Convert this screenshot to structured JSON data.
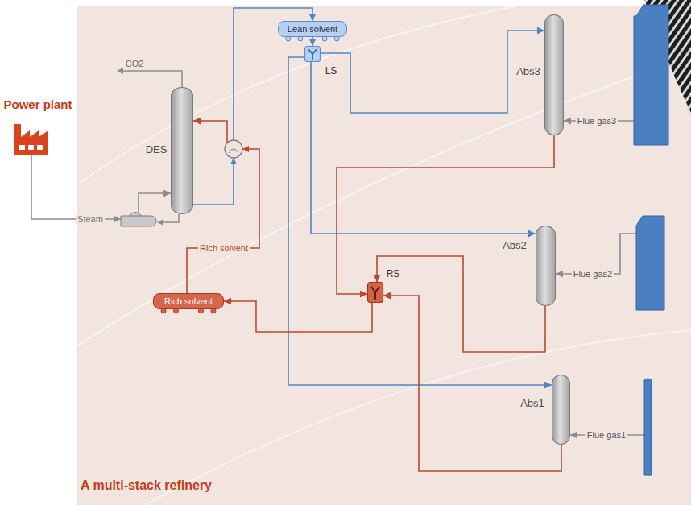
{
  "diagram": {
    "caption": "A multi-stack refinery",
    "nodes": [
      {
        "text": [
          "Power plant"
        ]
      },
      {
        "text": [
          "DES"
        ]
      },
      {
        "text": [
          "Lean solvent"
        ]
      },
      {
        "text": [
          "LS"
        ]
      },
      {
        "text": [
          "Abs3"
        ]
      },
      {
        "text": [
          "Flue gas3"
        ]
      },
      {
        "text": [
          "Abs2"
        ]
      },
      {
        "text": [
          "Flue gas2"
        ]
      },
      {
        "text": [
          "RS"
        ]
      },
      {
        "text": [
          "Rich solvent"
        ]
      },
      {
        "text": [
          "Abs1"
        ]
      },
      {
        "text": [
          "Flue gas1"
        ]
      }
    ],
    "edges": [
      {
        "from": 0,
        "to": 1,
        "arrow": "to",
        "label": "Steam"
      },
      {
        "from": 1,
        "to": 2,
        "arrow": "to"
      },
      {
        "from": 2,
        "to": 3,
        "arrow": "to"
      },
      {
        "from": 3,
        "to": 4,
        "arrow": "to"
      },
      {
        "from": 3,
        "to": 6,
        "arrow": "to"
      },
      {
        "from": 3,
        "to": 10,
        "arrow": "to"
      },
      {
        "from": 5,
        "to": 4,
        "arrow": "to"
      },
      {
        "from": 4,
        "to": 8,
        "arrow": "to"
      },
      {
        "from": 7,
        "to": 6,
        "arrow": "to"
      },
      {
        "from": 6,
        "to": 8,
        "arrow": "to"
      },
      {
        "from": 11,
        "to": 10,
        "arrow": "to"
      },
      {
        "from": 10,
        "to": 8,
        "arrow": "to"
      },
      {
        "from": 8,
        "to": 9,
        "arrow": "to"
      },
      {
        "from": 9,
        "to": 1,
        "arrow": "to",
        "label": "Rich solvent"
      }
    ],
    "labels": [
      "CO2"
    ]
  }
}
